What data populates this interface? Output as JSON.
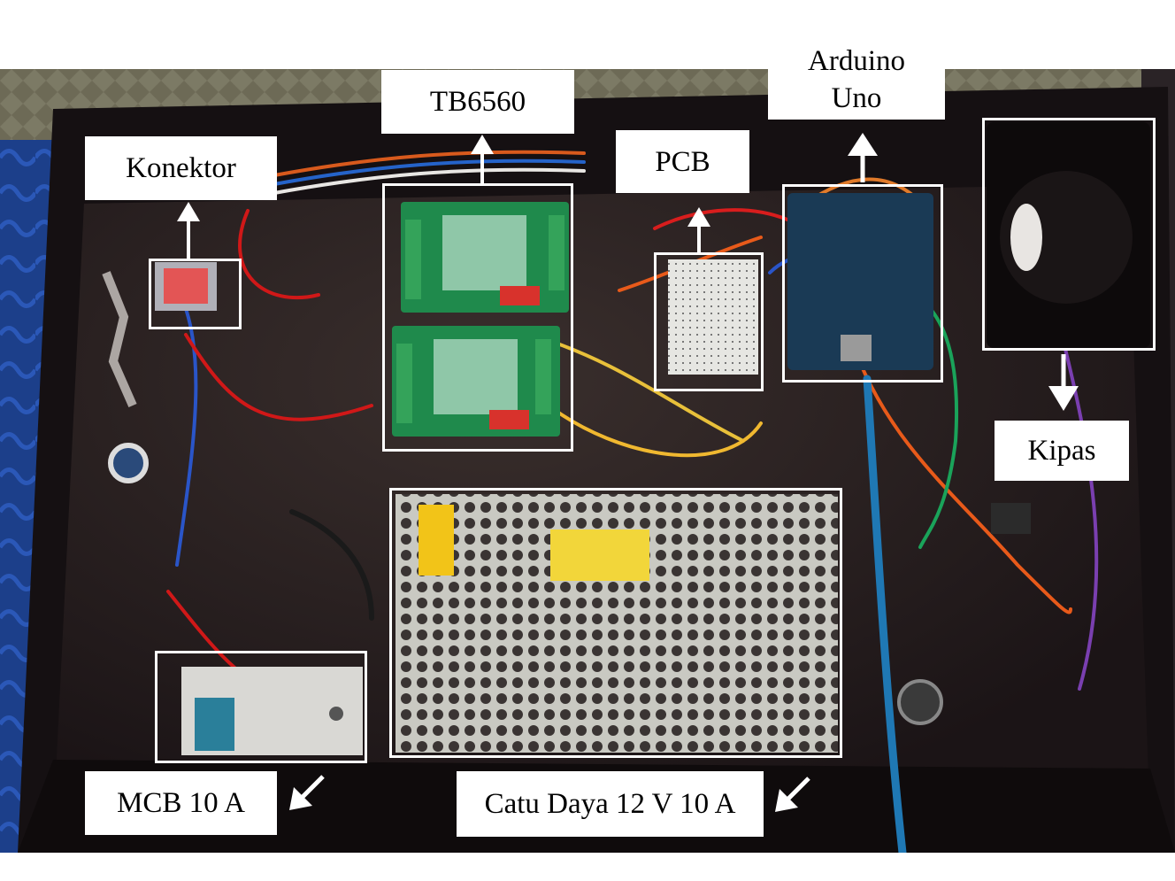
{
  "labels": {
    "konektor": "Konektor",
    "tb6560": "TB6560",
    "pcb": "PCB",
    "arduino_line1": "Arduino",
    "arduino_line2": "Uno",
    "kipas": "Kipas",
    "mcb": "MCB 10 A",
    "catu_daya": "Catu Daya 12 V 10 A"
  },
  "colors": {
    "background": "#ffffff",
    "annotation": "#ffffff",
    "enclosure": "#1c1418",
    "driver_board": "#1f8a4c",
    "psu_mesh": "#c9c9c2",
    "caution_sticker": "#f2c418"
  }
}
